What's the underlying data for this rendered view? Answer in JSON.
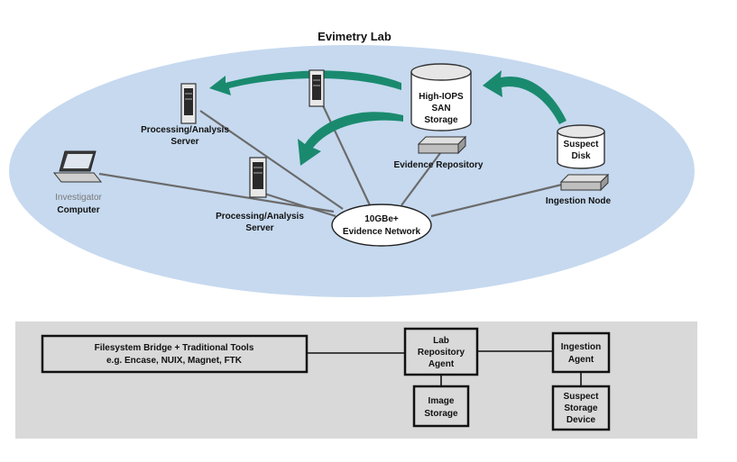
{
  "title": "Evimetry Lab",
  "colors": {
    "ellipse_fill": "#c6d9ef",
    "arrow": "#1a8a6e",
    "panel": "#d9d9d9",
    "line": "#6b6b6b"
  },
  "nodes": {
    "server_left": [
      "Processing/Analysis",
      "Server"
    ],
    "server_center": [
      "Processing/Analysis",
      "Server"
    ],
    "investigator": [
      "Investigator",
      "Computer"
    ],
    "san": [
      "High-IOPS",
      "SAN",
      "Storage"
    ],
    "evidence_repository": "Evidence Repository",
    "suspect_disk": [
      "Suspect",
      "Disk"
    ],
    "ingestion_node": "Ingestion Node",
    "network": [
      "10GBe+",
      "Evidence Network"
    ]
  },
  "stack": {
    "bridge": [
      "Filesystem Bridge + Traditional Tools",
      "e.g. Encase, NUIX, Magnet, FTK"
    ],
    "lab_repo_agent": [
      "Lab",
      "Repository",
      "Agent"
    ],
    "ingestion_agent": [
      "Ingestion",
      "Agent"
    ],
    "image_storage": [
      "Image",
      "Storage"
    ],
    "suspect_storage_device": [
      "Suspect",
      "Storage",
      "Device"
    ]
  }
}
